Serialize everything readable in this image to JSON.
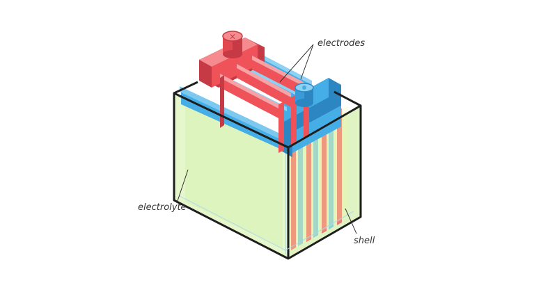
{
  "diagram": {
    "labels": {
      "electrodes": "electrodes",
      "electrolyte": "electrolyte",
      "shell": "shell"
    },
    "terminals": {
      "positive_symbol": "×"
    },
    "colors": {
      "positive": "#f0525a",
      "positive_dark": "#c63a45",
      "negative": "#45aee6",
      "negative_dark": "#2b86c2",
      "electrolyte": "#e3f6c2",
      "shell_outline": "#1e1e1e"
    }
  }
}
